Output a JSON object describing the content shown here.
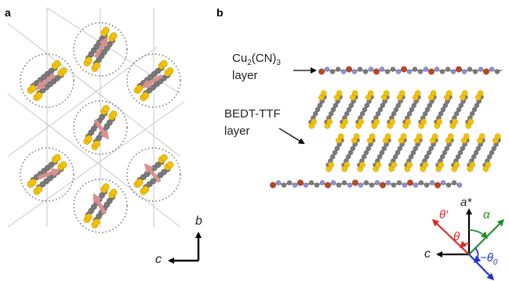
{
  "panel_a": {
    "label": "a",
    "axis_b": "b",
    "axis_c": "c"
  },
  "panel_b": {
    "label": "b",
    "anion_layer_formula_main": "Cu",
    "anion_layer_formula_sub1": "2",
    "anion_layer_formula_mid": "(CN)",
    "anion_layer_formula_sub2": "3",
    "anion_layer_word": "layer",
    "donor_layer_name": "BEDT-TTF",
    "donor_layer_word": "layer"
  },
  "angle_diagram": {
    "axis_a_star": "a*",
    "axis_c": "c",
    "label_theta_prime": "θ′",
    "label_theta": "θ",
    "label_alpha": "α",
    "label_minus_theta0_main": "−θ",
    "label_minus_theta0_sub": "0"
  },
  "colors": {
    "arrow_pink": "#d89090",
    "sulfur_yellow": "#f2c200",
    "carbon_grey": "#7a7a7a",
    "copper_red": "#c0441c",
    "nitrogen_blue": "#8f8fd8",
    "theta_red": "#e02828",
    "alpha_green": "#1f8f2a",
    "theta0_blue": "#1f32d8"
  }
}
